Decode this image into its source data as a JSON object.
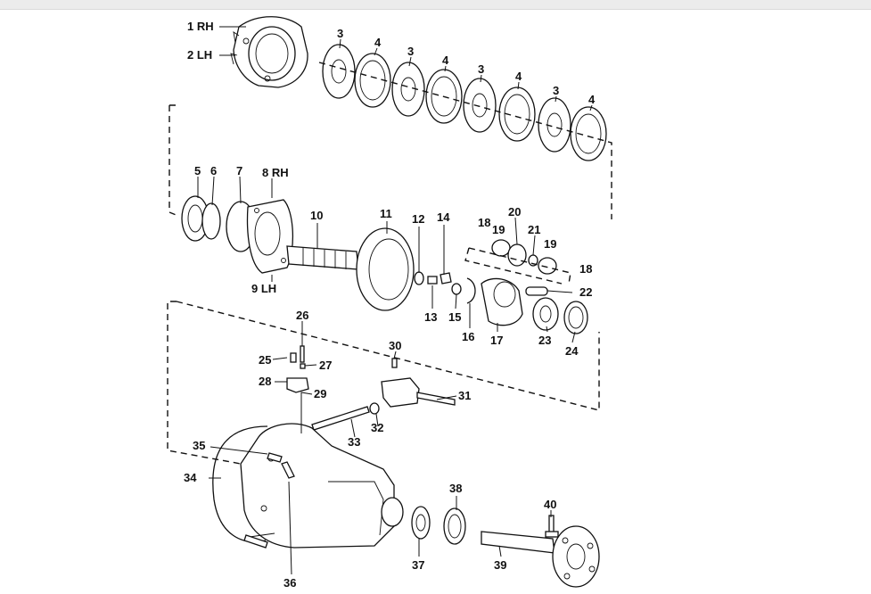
{
  "labels": {
    "l1": "1 RH",
    "l2": "2 LH",
    "l3a": "3",
    "l3b": "3",
    "l3c": "3",
    "l3d": "3",
    "l4a": "4",
    "l4b": "4",
    "l4c": "4",
    "l4d": "4",
    "l5": "5",
    "l6": "6",
    "l7": "7",
    "l8": "8 RH",
    "l9": "9 LH",
    "l10": "10",
    "l11": "11",
    "l12": "12",
    "l13": "13",
    "l14": "14",
    "l15": "15",
    "l16": "16",
    "l17": "17",
    "l18a": "18",
    "l18b": "18",
    "l19a": "19",
    "l19b": "19",
    "l20": "20",
    "l21": "21",
    "l22": "22",
    "l23": "23",
    "l24": "24",
    "l25": "25",
    "l26": "26",
    "l27": "27",
    "l28": "28",
    "l29": "29",
    "l30": "30",
    "l31": "31",
    "l32": "32",
    "l33": "33",
    "l34": "34",
    "l35": "35",
    "l36": "36",
    "l37": "37",
    "l38": "38",
    "l39": "39",
    "l40": "40"
  }
}
